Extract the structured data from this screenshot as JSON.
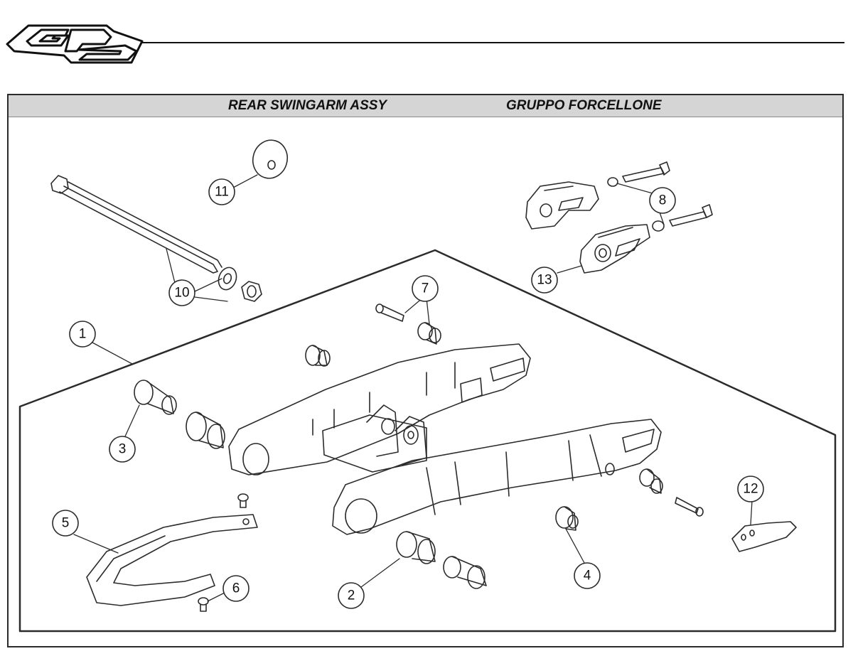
{
  "header": {
    "logo_text": "GPR"
  },
  "title": {
    "english": "REAR SWINGARM ASSY",
    "italian": "GRUPPO FORCELLONE"
  },
  "callouts": [
    "1",
    "2",
    "3",
    "4",
    "5",
    "6",
    "7",
    "8",
    "10",
    "11",
    "12",
    "13"
  ],
  "colors": {
    "title_bar": "#d5d5d5",
    "line": "#2b2b2b"
  }
}
